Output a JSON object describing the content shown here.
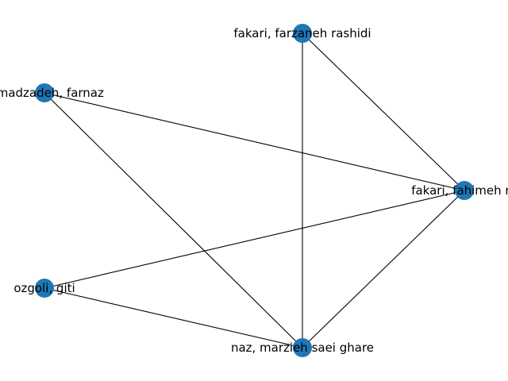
{
  "graph": {
    "node_color": "#1f77b4",
    "edge_color": "#000000",
    "nodes": [
      {
        "id": "n1",
        "label": "fakari, farzaneh rashidi"
      },
      {
        "id": "n2",
        "label": "mmadzadeh, farnaz"
      },
      {
        "id": "n3",
        "label": "fakari, fahimeh ra"
      },
      {
        "id": "n4",
        "label": "ozgoli, giti"
      },
      {
        "id": "n5",
        "label": "naz, marzieh saei ghare"
      }
    ],
    "edges": [
      {
        "source": "n1",
        "target": "n3"
      },
      {
        "source": "n1",
        "target": "n5"
      },
      {
        "source": "n2",
        "target": "n3"
      },
      {
        "source": "n2",
        "target": "n5"
      },
      {
        "source": "n3",
        "target": "n4"
      },
      {
        "source": "n3",
        "target": "n5"
      },
      {
        "source": "n4",
        "target": "n5"
      }
    ]
  }
}
